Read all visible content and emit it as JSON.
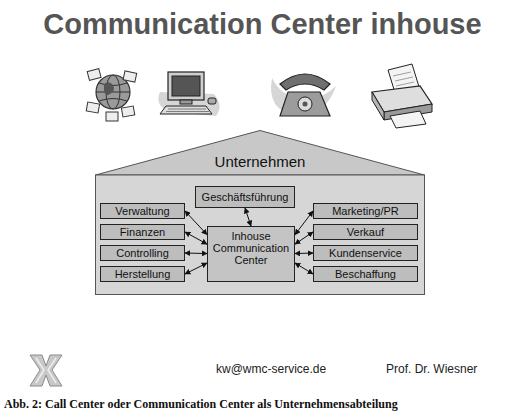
{
  "diagram": {
    "title": "Communication Center inhouse",
    "caption": "Abb. 2: Call Center oder Communication Center als Unternehmensabteilung",
    "nodes": [
      {
        "text": [
          "Unternehmen"
        ]
      },
      {
        "text": [
          "Geschäftsführung"
        ],
        "in": 0
      },
      {
        "text": [
          "Verwaltung"
        ],
        "in": 0
      },
      {
        "text": [
          "Finanzen"
        ],
        "in": 0
      },
      {
        "text": [
          "Controlling"
        ],
        "in": 0
      },
      {
        "text": [
          "Herstellung"
        ],
        "in": 0
      },
      {
        "text": [
          "Inhouse Communication Center"
        ],
        "in": 0
      },
      {
        "text": [
          "Marketing/PR"
        ],
        "in": 0
      },
      {
        "text": [
          "Verkauf"
        ],
        "in": 0
      },
      {
        "text": [
          "Kundenservice"
        ],
        "in": 0
      },
      {
        "text": [
          "Beschaffung"
        ],
        "in": 0
      }
    ],
    "edges": [
      {
        "from": 1,
        "to": 6,
        "arrow": "both"
      },
      {
        "from": 2,
        "to": 6,
        "arrow": "both"
      },
      {
        "from": 3,
        "to": 6,
        "arrow": "both"
      },
      {
        "from": 4,
        "to": 6,
        "arrow": "both"
      },
      {
        "from": 5,
        "to": 6,
        "arrow": "both"
      },
      {
        "from": 7,
        "to": 6,
        "arrow": "both"
      },
      {
        "from": 8,
        "to": 6,
        "arrow": "both"
      },
      {
        "from": 9,
        "to": 6,
        "arrow": "both"
      },
      {
        "from": 10,
        "to": 6,
        "arrow": "both"
      }
    ],
    "labels": [
      "kw@wmc-service.de",
      "Prof. Dr. Wiesner"
    ]
  }
}
